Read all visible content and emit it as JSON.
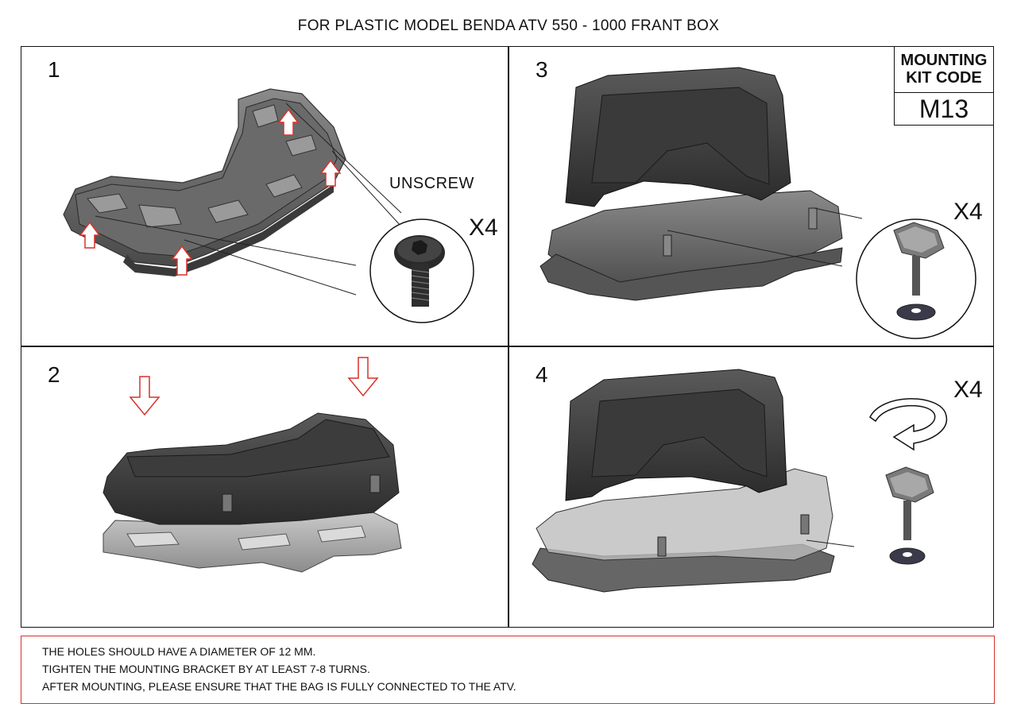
{
  "header": {
    "title": "FOR PLASTIC MODEL BENDA ATV 550 - 1000 FRANT BOX"
  },
  "kit": {
    "heading_line1": "MOUNTING",
    "heading_line2": "KIT CODE",
    "code": "M13"
  },
  "panels": [
    {
      "number": "1",
      "label": "UNSCREW",
      "count": "X4"
    },
    {
      "number": "2"
    },
    {
      "number": "3",
      "count": "X4"
    },
    {
      "number": "4",
      "count": "X4"
    }
  ],
  "notes": [
    "THE HOLES SHOULD HAVE A DIAMETER OF 12 MM.",
    "TIGHTEN THE MOUNTING BRACKET BY AT LEAST 7-8 TURNS.",
    "AFTER MOUNTING, PLEASE ENSURE THAT THE BAG IS FULLY CONNECTED TO THE ATV."
  ],
  "colors": {
    "arrow": "#d9312b",
    "part": "#4a4a4a",
    "part_dark": "#2c2c2c",
    "border": "#111111",
    "notes_border": "#d9312b"
  },
  "icons": [
    "bolt-icon",
    "knob-bolt-icon",
    "washer-icon",
    "rotate-arrow-icon",
    "down-arrow-icon",
    "up-arrow-icon"
  ]
}
